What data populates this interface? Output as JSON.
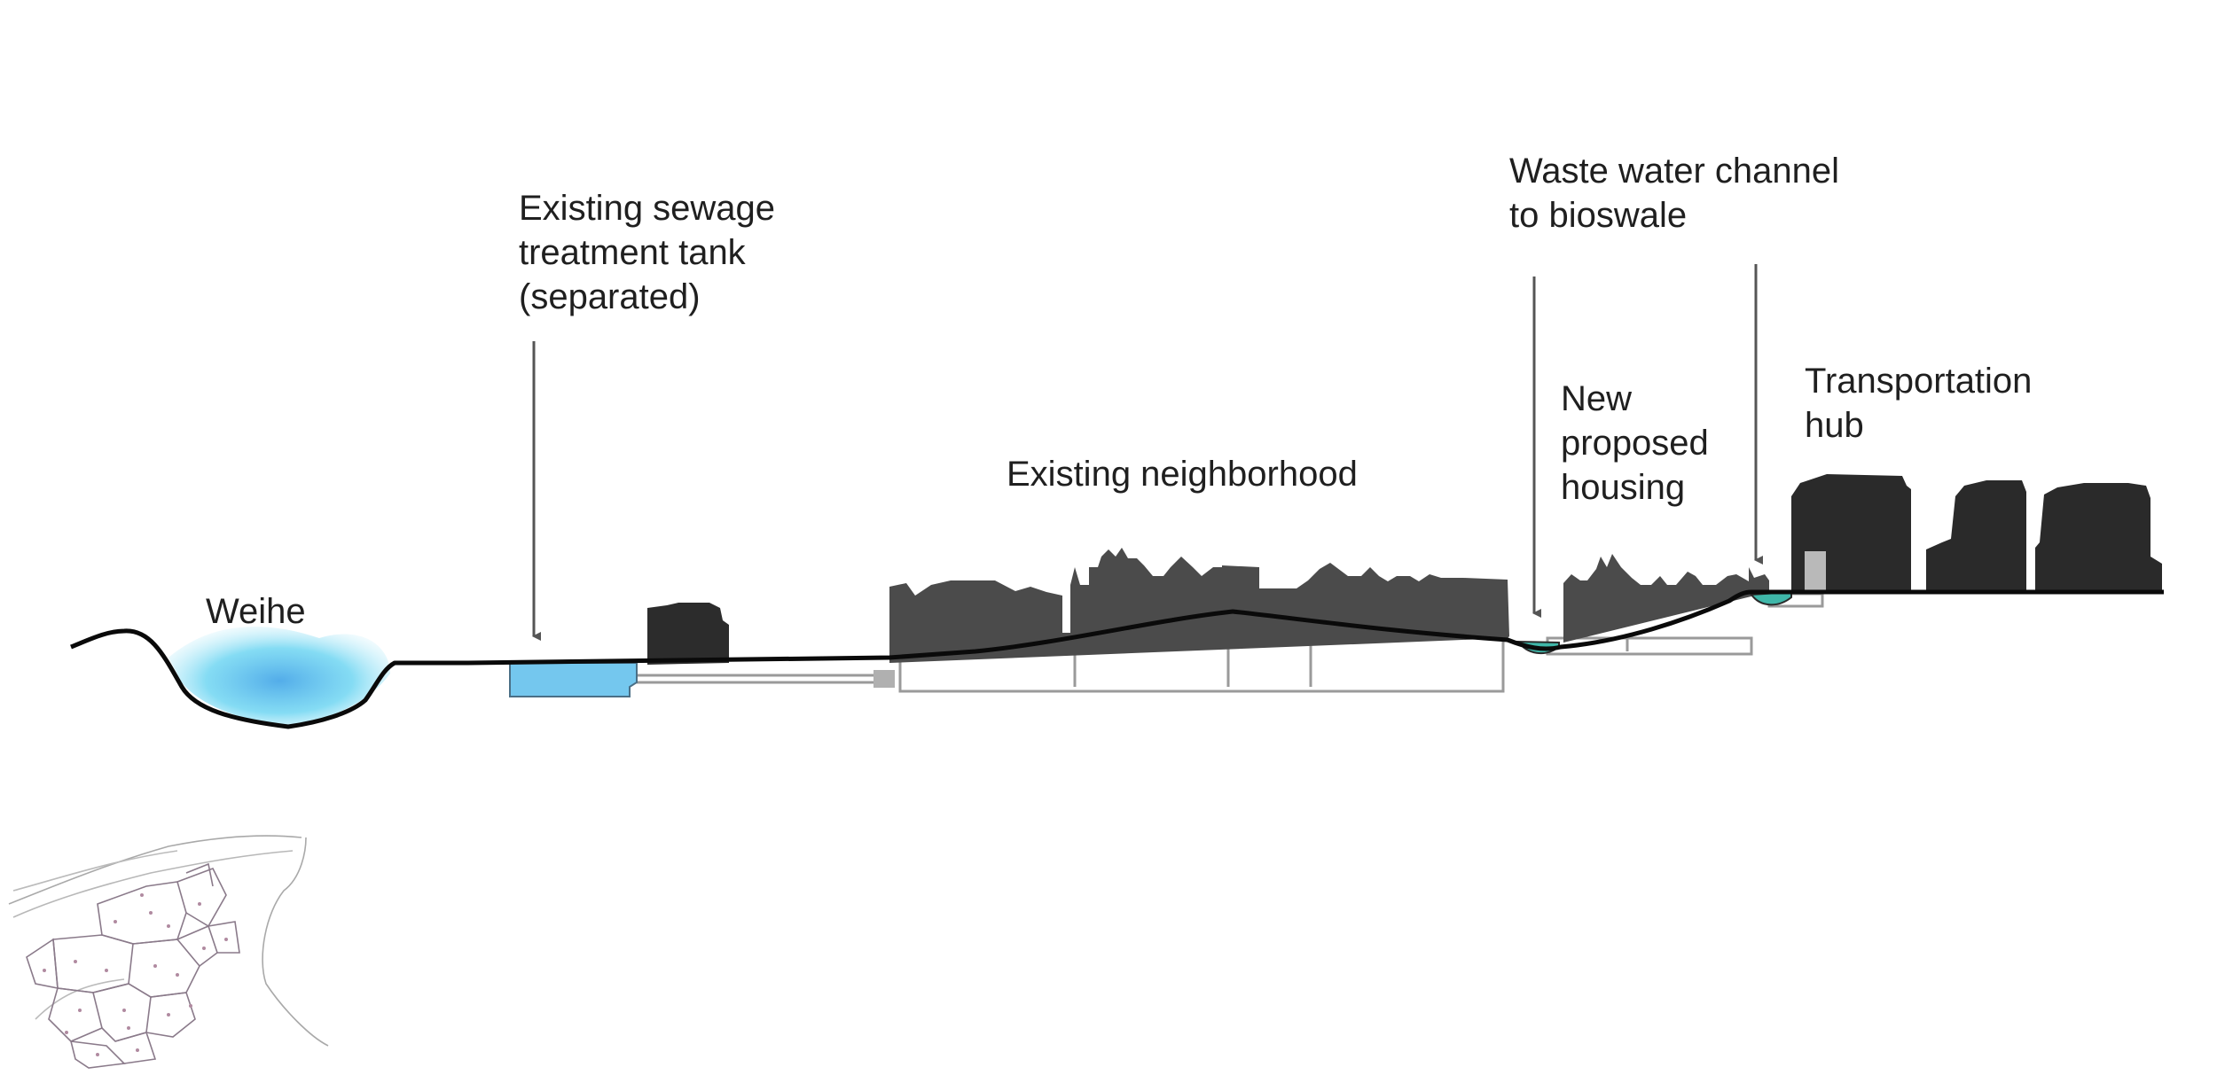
{
  "labels": {
    "weihe": "Weihe",
    "sewage": [
      "Existing sewage",
      "treatment tank",
      "(separated)"
    ],
    "neighborhood": "Existing neighborhood",
    "waste_water": [
      "Waste water channel",
      "to bioswale"
    ],
    "housing": [
      "New",
      "proposed",
      "housing"
    ],
    "transport": [
      "Transportation",
      "hub"
    ]
  },
  "colors": {
    "ground_line": "#0a0a0a",
    "existing_buildings": "#4b4b4b",
    "new_buildings": "#2a2a2a",
    "sewage_tank": "#74c7ee",
    "bioswale": "#3fb7a9",
    "river": "#5ccdf0",
    "arrow": "#555555",
    "pipes": "#9a9a9a",
    "map_lines": "#8a7a8a"
  }
}
